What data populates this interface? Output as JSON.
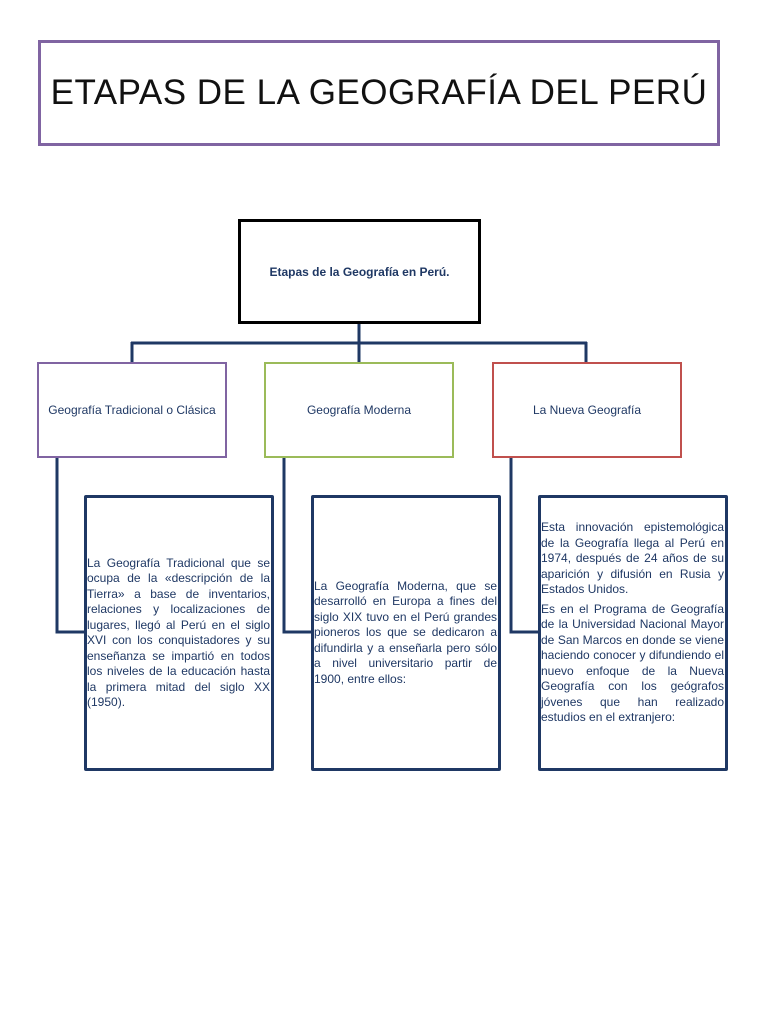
{
  "title": "ETAPAS DE LA GEOGRAFÍA DEL PERÚ",
  "root": "Etapas de la Geografía en Perú.",
  "categories": [
    "Geografía Tradicional o Clásica",
    "Geografía Moderna",
    "La Nueva Geografía"
  ],
  "descriptions": {
    "tradicional": "La Geografía Tradicional que se ocupa de la «descripción de la Tierra» a base de inventarios, relaciones y localizaciones de lugares, llegó al Perú en el siglo XVI con los conquistadores y su enseñanza se impartió en todos los niveles de la educación hasta la primera mitad del siglo XX (1950).",
    "moderna": "La Geografía Moderna, que se desarrolló en Europa a fines del siglo XIX tuvo en el Perú grandes pioneros los que se dedicaron a difundirla y a enseñarla pero sólo a nivel universitario partir de 1900, entre ellos:",
    "nueva_1": "Esta innovación epistemológica de la Geografía llega al Perú en 1974, después de 24 años de su aparición y difusión en Rusia y Estados Unidos.",
    "nueva_2": "Es en el Programa de Geografía de la Universidad Nacional Mayor de San Marcos en donde se viene haciendo conocer y difundiendo el nuevo enfoque de la Nueva Geografía con los geógrafos jóvenes que han realizado estudios en el extranjero:"
  },
  "colors": {
    "connector": "#1f3864",
    "title_border": "#8064a2",
    "tradicional_border": "#8064a2",
    "moderna_border": "#9bbb59",
    "nueva_border": "#c0504d"
  }
}
